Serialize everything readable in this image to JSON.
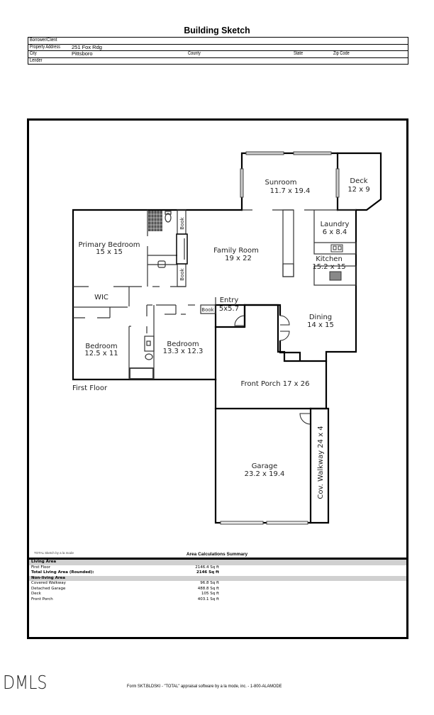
{
  "title": "Building Sketch",
  "header": {
    "borrower_label": "Borrower/Client",
    "borrower_value": "",
    "address_label": "Property Address",
    "address_value": "251 Fox Rdg",
    "city_label": "City",
    "city_value": "Pittsboro",
    "county_label": "County",
    "state_label": "State",
    "zip_label": "Zip Code",
    "lender_label": "Lender"
  },
  "sketch": {
    "floor_label": "First Floor",
    "rooms": {
      "sunroom": {
        "name": "Sunroom",
        "dims": "11.7 x 19.4"
      },
      "deck": {
        "name": "Deck",
        "dims": "12 x 9"
      },
      "primary_bedroom": {
        "name": "Primary Bedroom",
        "dims": "15 x 15"
      },
      "family_room": {
        "name": "Family Room",
        "dims": "19 x 22"
      },
      "laundry": {
        "name": "Laundry",
        "dims": "6 x 8.4"
      },
      "kitchen": {
        "name": "Kitchen",
        "dims": "15.2 x 15"
      },
      "wic": {
        "name": "WIC"
      },
      "entry": {
        "name": "Entry",
        "dims": "5x5.7"
      },
      "dining": {
        "name": "Dining",
        "dims": "14 x 15"
      },
      "bedroom_1": {
        "name": "Bedroom",
        "dims": "12.5 x 11"
      },
      "bedroom_2": {
        "name": "Bedroom",
        "dims": "13.3 x 12.3"
      },
      "front_porch": {
        "name": "Front Porch 17 x 26"
      },
      "garage": {
        "name": "Garage",
        "dims": "23.2 x 19.4"
      },
      "walkway": {
        "name": "Cov. Walkway 24 x 4"
      }
    },
    "book_label": "Book"
  },
  "summary": {
    "credit": "TOTAL Sketch by a la mode",
    "title": "Area Calculations Summary",
    "living_header": "Living Area",
    "living_rows": [
      {
        "name": "First Floor",
        "area": "2146.4 Sq ft"
      }
    ],
    "total_label": "Total Living Area (Rounded):",
    "total_value": "2146 Sq ft",
    "nonliving_header": "Non-living Area",
    "nonliving_rows": [
      {
        "name": "Covered Walkway",
        "area": "96.8 Sq ft"
      },
      {
        "name": "Detached Garage",
        "area": "488.8 Sq ft"
      },
      {
        "name": "Deck",
        "area": "105 Sq ft"
      },
      {
        "name": "Front Porch",
        "area": "403.1 Sq ft"
      }
    ]
  },
  "footer": {
    "logo": "DMLS",
    "form_text": "Form SKT.BLDSKI - \"TOTAL\" appraisal software by a la mode, inc. - 1-800-ALAMODE"
  }
}
